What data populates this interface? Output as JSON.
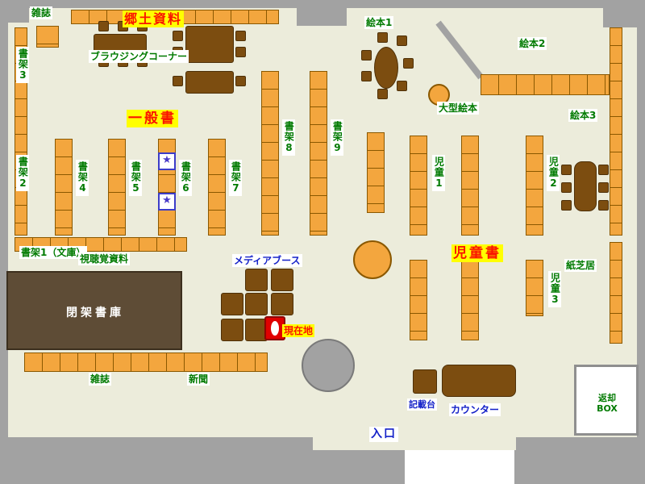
{
  "page": {
    "type": "library-floor-map"
  },
  "labels": {
    "zasshi_top": "雑誌",
    "kyodo_shiryo": "郷土資料",
    "browsing_corner": "ブラウジングコーナー",
    "shoka2": "書架2",
    "shoka3": "書架3",
    "ippansho": "一般書",
    "shoka4": "書架4",
    "shoka5": "書架5",
    "shoka6": "書架6",
    "shoka7": "書架7",
    "shoka8": "書架8",
    "shoka9": "書架9",
    "ehon1": "絵本1",
    "ehon2": "絵本2",
    "ehon3": "絵本3",
    "ogata_ehon": "大型絵本",
    "jido1": "児童1",
    "jido2": "児童2",
    "jido3": "児童3",
    "jidosho": "児童書",
    "kamishibai": "紙芝居",
    "shoka1_bunko": "書架1（文庫）",
    "shichokaku_shiryo": "視聴覚資料",
    "heika_shoko": "閉架書庫",
    "media_booth": "メディアブース",
    "genzaichi": "現在地",
    "zasshi_bottom": "雑誌",
    "shinbun": "新聞",
    "kisaidai": "記載台",
    "counter": "カウンター",
    "iriguchi": "入口",
    "henkyaku_box": "返却BOX"
  },
  "icons": {
    "star": "★"
  },
  "colors": {
    "floor": "#ECECDB",
    "wall": "#A2A2A2",
    "shelf": "#F3A63E",
    "furniture": "#7C4D10",
    "closed_stacks": "#5E4C36",
    "label_green": "#007A00",
    "label_blue": "#1421C8",
    "highlight_red": "#FA1400",
    "highlight_yellow": "#FFFF00",
    "current_booth_red": "#E00000"
  }
}
